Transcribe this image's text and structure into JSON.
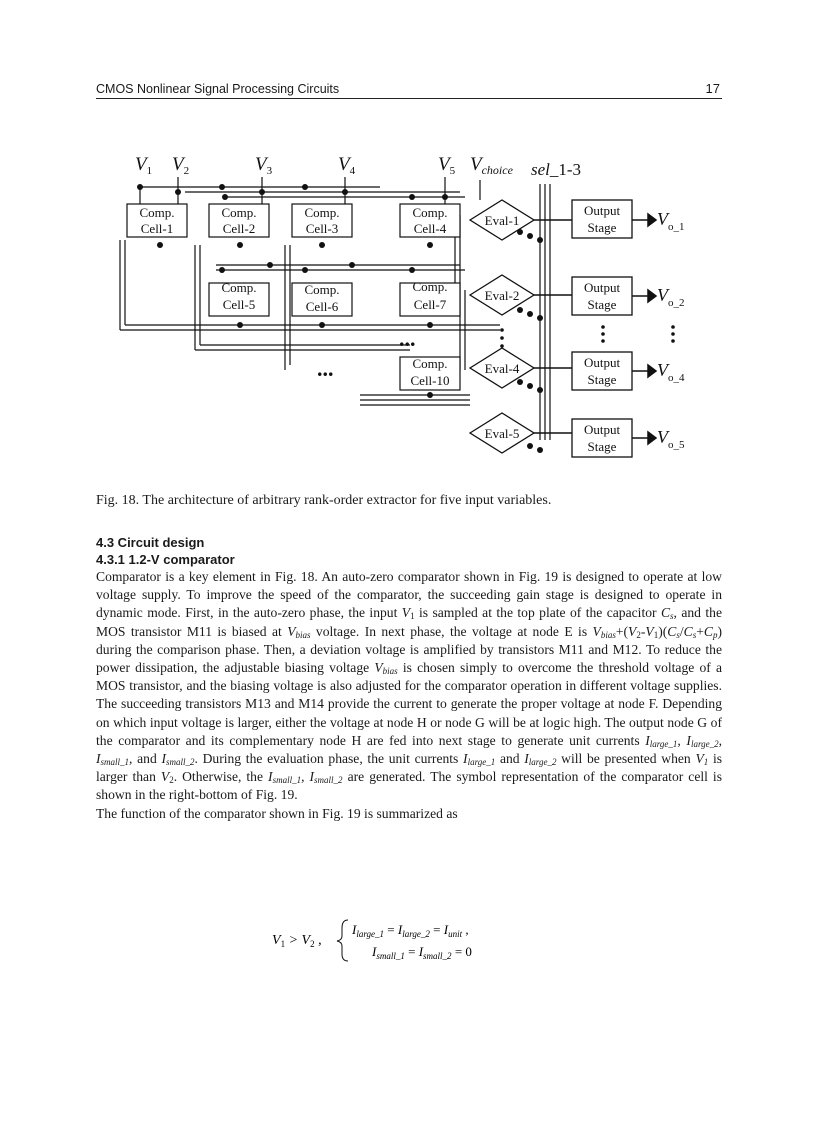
{
  "header": {
    "title": "CMOS Nonlinear Signal Processing Circuits",
    "page_number": "17"
  },
  "diagram": {
    "inputs": [
      "V1",
      "V2",
      "V3",
      "V4",
      "V5"
    ],
    "v_choice": "Vchoice",
    "sel": "sel_1-3",
    "comp_cells": [
      "Comp. Cell-1",
      "Comp. Cell-2",
      "Comp. Cell-3",
      "Comp. Cell-4",
      "Comp. Cell-5",
      "Comp. Cell-6",
      "Comp. Cell-7",
      "Comp. Cell-10"
    ],
    "evals": [
      "Eval-1",
      "Eval-2",
      "Eval-4",
      "Eval-5"
    ],
    "output_stage_label": "Output Stage",
    "outputs": [
      "Vo_1",
      "Vo_2",
      "Vo_4",
      "Vo_5"
    ],
    "ellipsis": "..."
  },
  "caption": "Fig. 18. The architecture of arbitrary rank-order extractor for five input variables.",
  "section": {
    "h1": "4.3 Circuit design",
    "h2": "4.3.1 1.2-V comparator"
  },
  "equation": {
    "condition": "V1 > V2 ,",
    "line1": "Ilarge_1 = Ilarge_2 = Iunit ,",
    "line2": "Ismall_1 = Ismall_2 = 0"
  }
}
